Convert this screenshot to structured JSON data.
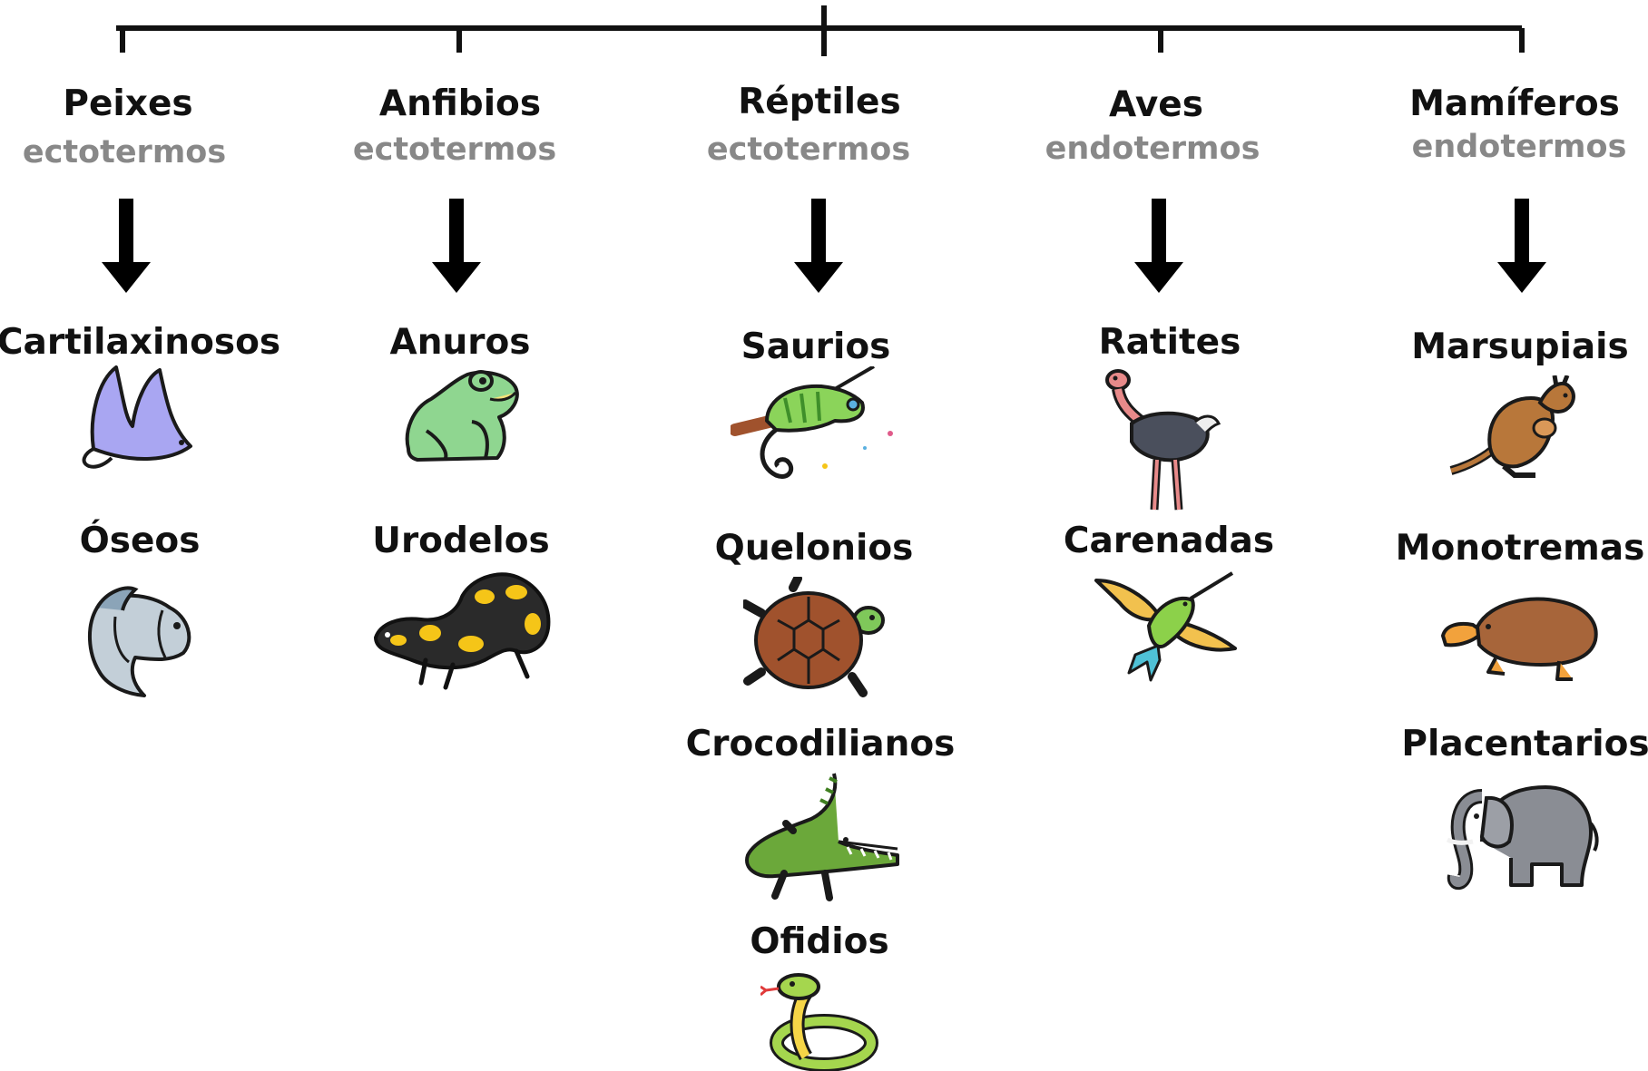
{
  "groups": [
    {
      "name": "Peixes",
      "thermoregulation": "ectotermos",
      "subgroups": [
        {
          "name": "Cartilaxinosos",
          "icon": "ray-icon"
        },
        {
          "name": "Óseos",
          "icon": "fish-icon"
        }
      ]
    },
    {
      "name": "Anfibios",
      "thermoregulation": "ectotermos",
      "subgroups": [
        {
          "name": "Anuros",
          "icon": "frog-icon"
        },
        {
          "name": "Urodelos",
          "icon": "salamander-icon"
        }
      ]
    },
    {
      "name": "Réptiles",
      "thermoregulation": "ectotermos",
      "subgroups": [
        {
          "name": "Saurios",
          "icon": "chameleon-icon"
        },
        {
          "name": "Quelonios",
          "icon": "turtle-icon"
        },
        {
          "name": "Crocodilianos",
          "icon": "crocodile-icon"
        },
        {
          "name": "Ofidios",
          "icon": "snake-icon"
        }
      ]
    },
    {
      "name": "Aves",
      "thermoregulation": "endotermos",
      "subgroups": [
        {
          "name": "Ratites",
          "icon": "ostrich-icon"
        },
        {
          "name": "Carenadas",
          "icon": "hummingbird-icon"
        }
      ]
    },
    {
      "name": "Mamíferos",
      "thermoregulation": "endotermos",
      "subgroups": [
        {
          "name": "Marsupiais",
          "icon": "kangaroo-icon"
        },
        {
          "name": "Monotremas",
          "icon": "platypus-icon"
        },
        {
          "name": "Placentarios",
          "icon": "elephant-icon"
        }
      ]
    }
  ],
  "colors": {
    "line": "#111111",
    "group_text": "#111111",
    "thermo_text": "#888888",
    "outline": "#1a1a1a"
  }
}
